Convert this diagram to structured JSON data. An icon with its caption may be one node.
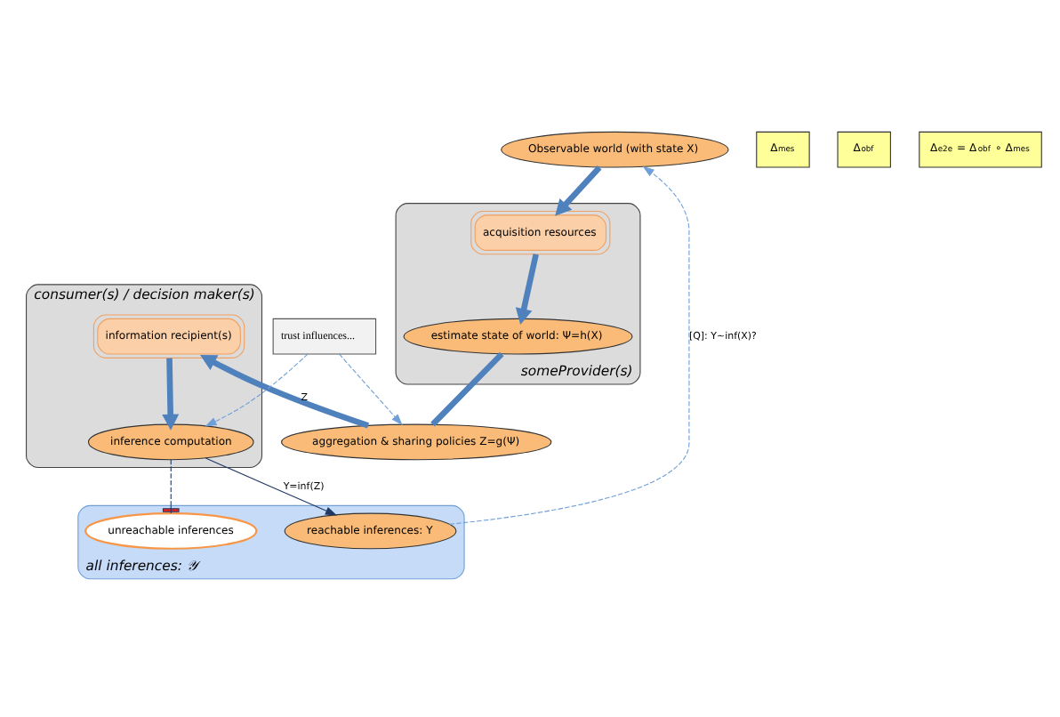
{
  "diagram": {
    "nodes": [
      {
        "text": [
          "someProvider(s)"
        ]
      },
      {
        "text": [
          "Observable world (with state X)"
        ]
      },
      {
        "text": [
          "acquisition resources"
        ],
        "in": 0
      },
      {
        "text": [
          "estimate state of world: Ψ=h(X)"
        ],
        "in": 0
      },
      {
        "text": [
          "aggregation & sharing policies Z=g(Ψ)"
        ]
      },
      {
        "text": [
          "consumer(s) / decision maker(s)"
        ]
      },
      {
        "text": [
          "information recipient(s)"
        ],
        "in": 5
      },
      {
        "text": [
          "inference computation"
        ],
        "in": 5
      },
      {
        "text": [
          "all inferences: 𝒴"
        ]
      },
      {
        "text": [
          "reachable inferences: Y"
        ],
        "in": 8
      },
      {
        "text": [
          "unreachable inferences"
        ],
        "in": 8
      },
      {
        "text": [
          "trust influences..."
        ]
      }
    ],
    "edges": [
      {
        "from": 1,
        "to": 2,
        "arrow": "to",
        "style": "thick"
      },
      {
        "from": 2,
        "to": 3,
        "arrow": "to",
        "style": "thick"
      },
      {
        "from": 3,
        "to": 4,
        "arrow": "none",
        "style": "thick"
      },
      {
        "from": 4,
        "to": 6,
        "arrow": "to",
        "style": "thick",
        "label": "Z"
      },
      {
        "from": 6,
        "to": 7,
        "arrow": "to",
        "style": "thick"
      },
      {
        "from": 7,
        "to": 9,
        "arrow": "to",
        "color": "#1f3864",
        "label": "Y=inf(Z)"
      },
      {
        "from": 7,
        "to": 10,
        "arrow": "other",
        "style": "dashed",
        "color": "#1f3864"
      },
      {
        "from": 9,
        "to": 1,
        "arrow": "to",
        "style": "dashed",
        "color": "#6f9fd8",
        "label": "[Q]: Y~inf(X)?"
      },
      {
        "from": 11,
        "to": 4,
        "arrow": "to",
        "style": "dashed",
        "color": "#6f9fd8"
      },
      {
        "from": 11,
        "to": 7,
        "arrow": "to",
        "style": "dashed",
        "color": "#6f9fd8"
      }
    ],
    "labels": [
      "Δ$_{mes}$",
      "Δ$_{obf}$",
      "Δ$_{e2e}$ = Δ$_{obf}$ ∘ Δ$_{mes}$"
    ]
  }
}
